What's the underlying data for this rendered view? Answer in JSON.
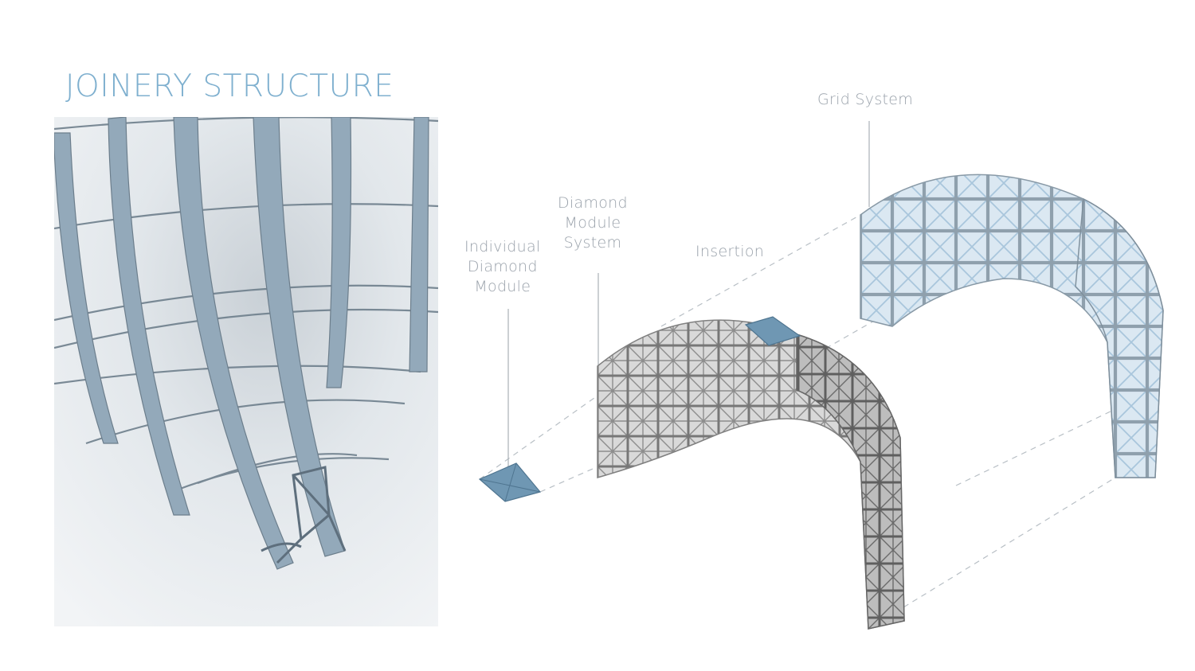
{
  "title": "JOINERY STRUCTURE",
  "labels": {
    "grid_system": "Grid System",
    "diamond_module_system": [
      "Diamond",
      "Module",
      "System"
    ],
    "individual_diamond_module": [
      "Individual",
      "Diamond",
      "Module"
    ],
    "insertion": "Insertion"
  },
  "colors": {
    "title": "#7fb0cf",
    "label": "#9aa2ab",
    "module_blue": "#6f97b3",
    "strip_blue": "#8fa4b5",
    "grid_blue": "#b9d3e6"
  }
}
